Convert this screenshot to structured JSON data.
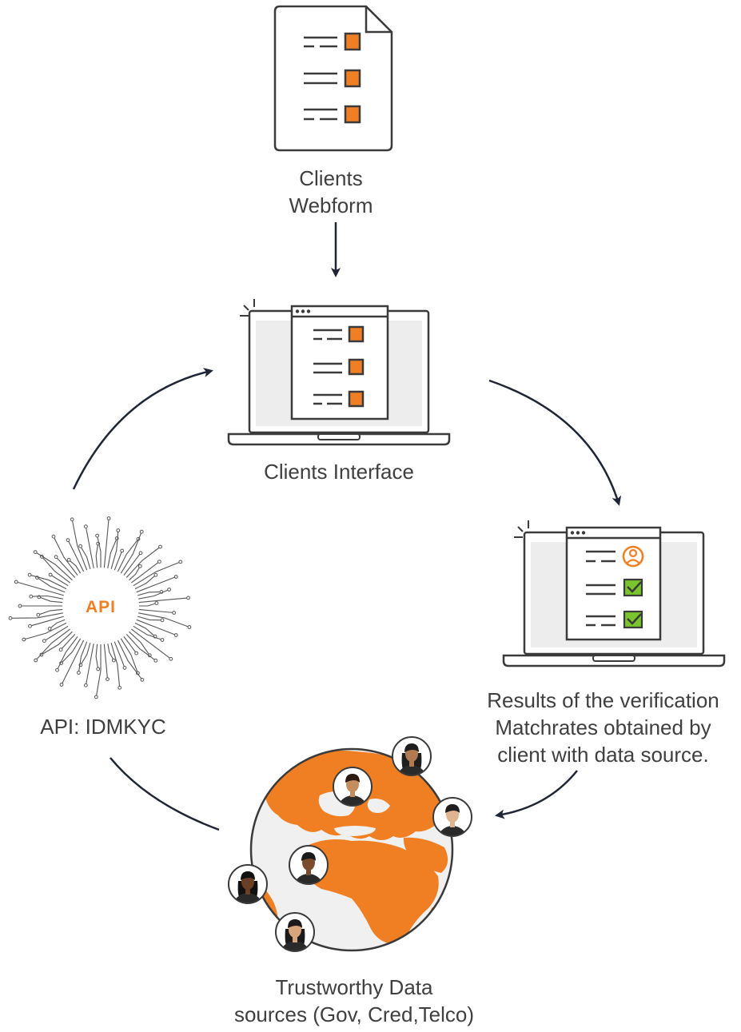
{
  "nodes": {
    "webform": {
      "lines": [
        "Clients",
        "Webform"
      ]
    },
    "interface": {
      "lines": [
        "Clients Interface"
      ]
    },
    "results": {
      "lines": [
        "Results of the verification",
        "Matchrates obtained by",
        "client with data source."
      ]
    },
    "sources": {
      "lines": [
        "Trustworthy Data",
        "sources (Gov, Cred,Telco)"
      ]
    },
    "api": {
      "lines": [
        "API: IDMKYC"
      ],
      "chip_text": "API"
    }
  },
  "colors": {
    "accent": "#ef7f22",
    "check": "#7ac52d",
    "stroke": "#3a3a3a",
    "arrow": "#1f2535",
    "screen": "#ededed",
    "globe_bg": "#f0f0f0"
  }
}
